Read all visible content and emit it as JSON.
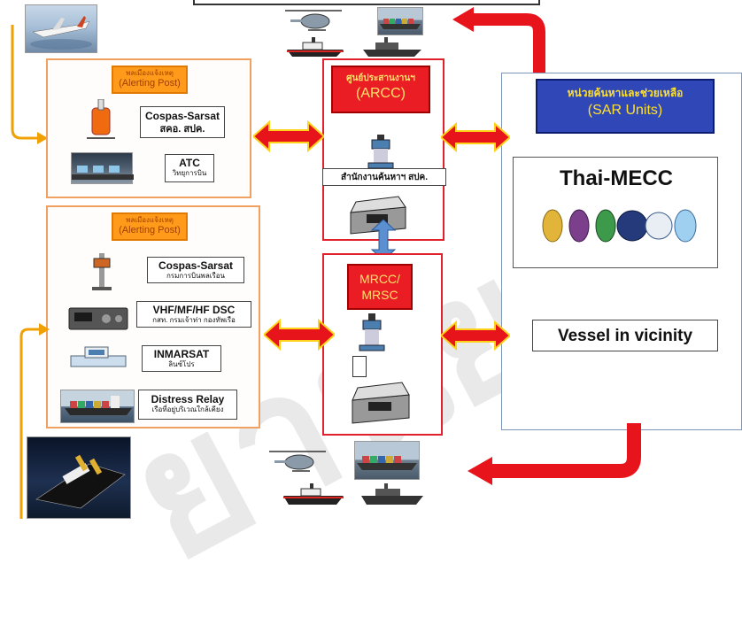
{
  "watermark": "ยานยนต์",
  "alerting_post_top": {
    "tag_th": "พลเมืองแจ้งเหตุ",
    "tag_en": "(Alerting Post)",
    "items": [
      {
        "title": "Cospas-Sarsat",
        "subtitle": "สคอ. สปค."
      },
      {
        "title": "ATC",
        "subtitle": "วิทยุการบิน"
      }
    ]
  },
  "alerting_post_bottom": {
    "tag_th": "พลเมืองแจ้งเหตุ",
    "tag_en": "(Alerting Post)",
    "items": [
      {
        "title": "Cospas-Sarsat",
        "subtitle": "กรมการบินพลเรือน"
      },
      {
        "title": "VHF/MF/HF DSC",
        "subtitle": "กสท. กรมเจ้าท่า กองทัพเรือ"
      },
      {
        "title": "INMARSAT",
        "subtitle": "ลินซ์โปร"
      },
      {
        "title": "Distress Relay",
        "subtitle": "เรือที่อยู่บริเวณใกล้เคียง"
      }
    ]
  },
  "arcc": {
    "tag_th": "ศูนย์ประสานงานฯ",
    "tag_en": "(ARCC)",
    "office_label": "สำนักงานค้นหาฯ สปค."
  },
  "mrcc": {
    "tag_line1": "MRCC/",
    "tag_line2": "MRSC"
  },
  "sar_units": {
    "tag_th": "หน่วยค้นหาและช่วยเหลือ",
    "tag_en": "(SAR Units)",
    "mecc_title": "Thai-MECC",
    "vessel_label": "Vessel in vicinity"
  },
  "colors": {
    "arrow_red": "#e8141c",
    "arrow_yellow": "#ffd21a",
    "frame_orange": "#f0a060",
    "frame_red": "#e0202a",
    "frame_blue": "#7d96b8"
  }
}
